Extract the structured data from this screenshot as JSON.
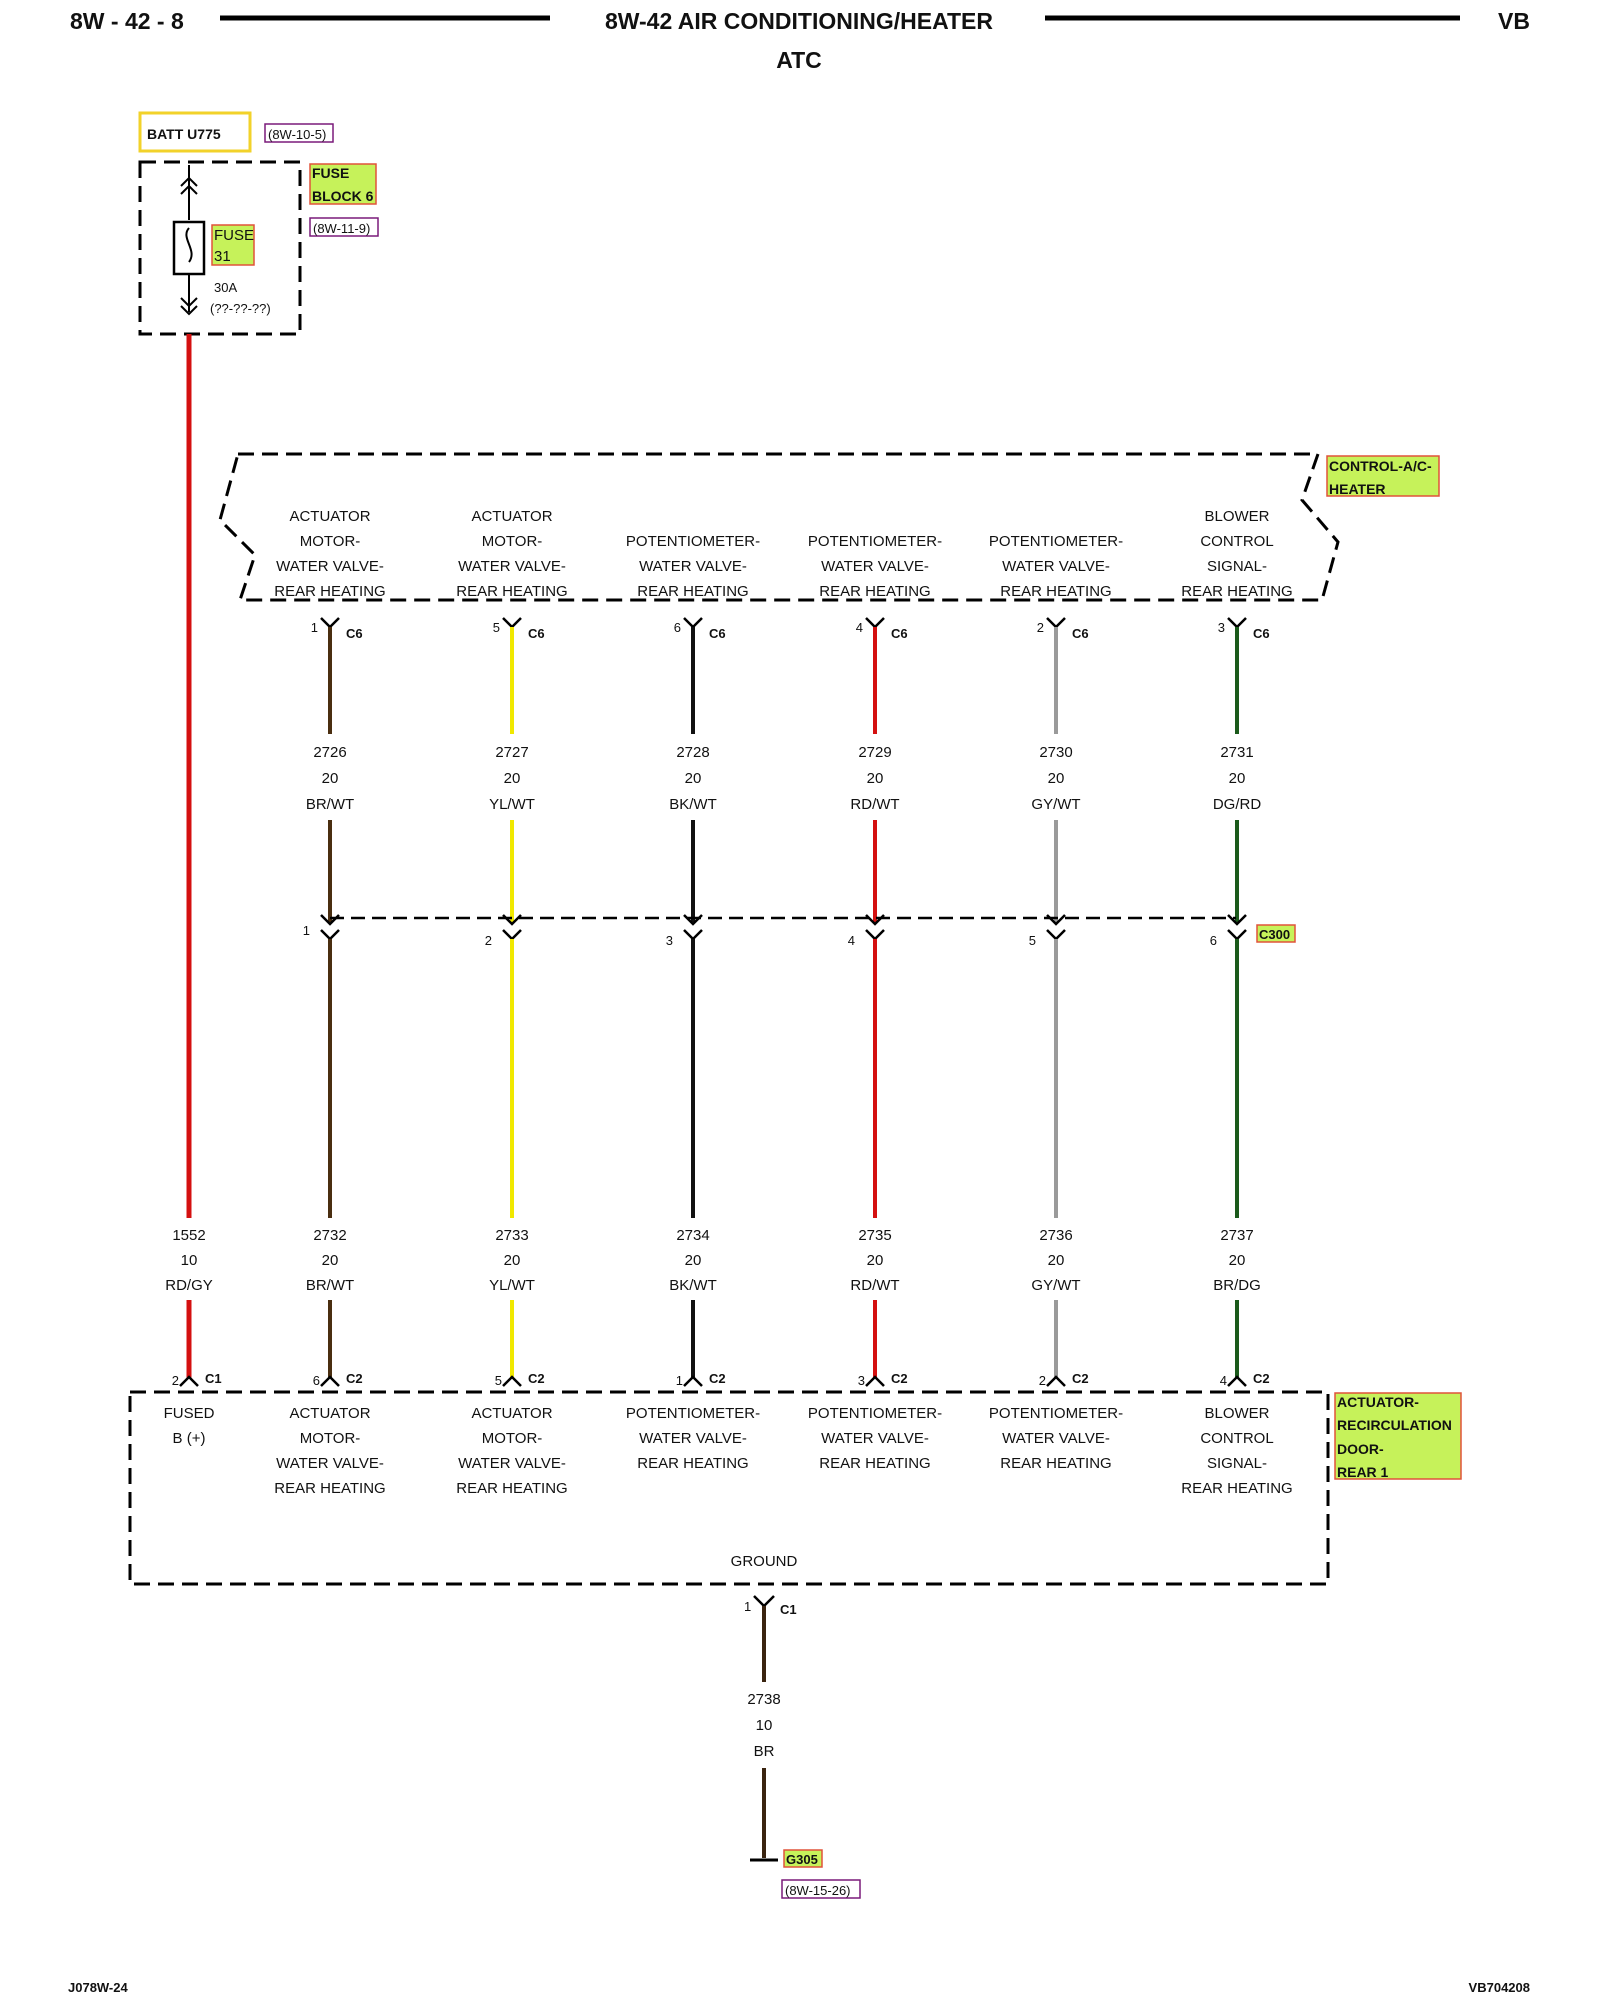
{
  "header": {
    "page_id": "8W - 42 - 8",
    "title": "8W-42 AIR CONDITIONING/HEATER",
    "subtitle": "ATC",
    "vehicle": "VB"
  },
  "battery": {
    "label": "BATT U775",
    "ref": "(8W-10-5)"
  },
  "fuse_block": {
    "label_line1": "FUSE",
    "label_line2": "BLOCK 6",
    "ref": "(8W-11-9)",
    "fuse_line1": "FUSE",
    "fuse_line2": "31",
    "rating": "30A",
    "code": "(??-??-??)"
  },
  "module_top": {
    "name_line1": "CONTROL-A/C-",
    "name_line2": "HEATER",
    "connector": "C6",
    "pins": [
      {
        "pin": "1",
        "lines": [
          "ACTUATOR",
          "MOTOR-",
          "WATER VALVE-",
          "REAR HEATING"
        ]
      },
      {
        "pin": "5",
        "lines": [
          "ACTUATOR",
          "MOTOR-",
          "WATER VALVE-",
          "REAR HEATING"
        ]
      },
      {
        "pin": "6",
        "lines": [
          "POTENTIOMETER-",
          "WATER VALVE-",
          "REAR HEATING"
        ]
      },
      {
        "pin": "4",
        "lines": [
          "POTENTIOMETER-",
          "WATER VALVE-",
          "REAR HEATING"
        ]
      },
      {
        "pin": "2",
        "lines": [
          "POTENTIOMETER-",
          "WATER VALVE-",
          "REAR HEATING"
        ]
      },
      {
        "pin": "3",
        "lines": [
          "BLOWER",
          "CONTROL",
          "SIGNAL-",
          "REAR HEATING"
        ]
      }
    ]
  },
  "upper_wires": [
    {
      "circuit": "2726",
      "gauge": "20",
      "color_code": "BR/WT",
      "color": "#4a2e10"
    },
    {
      "circuit": "2727",
      "gauge": "20",
      "color_code": "YL/WT",
      "color": "#f0e800"
    },
    {
      "circuit": "2728",
      "gauge": "20",
      "color_code": "BK/WT",
      "color": "#111111"
    },
    {
      "circuit": "2729",
      "gauge": "20",
      "color_code": "RD/WT",
      "color": "#d41010"
    },
    {
      "circuit": "2730",
      "gauge": "20",
      "color_code": "GY/WT",
      "color": "#9a9a9a"
    },
    {
      "circuit": "2731",
      "gauge": "20",
      "color_code": "DG/RD",
      "color": "#1b5a1b"
    }
  ],
  "inline_connector": {
    "name": "C300",
    "pins": [
      "1",
      "2",
      "3",
      "4",
      "5",
      "6"
    ]
  },
  "lower_wires": [
    {
      "circuit": "1552",
      "gauge": "10",
      "color_code": "RD/GY",
      "color": "#d41010"
    },
    {
      "circuit": "2732",
      "gauge": "20",
      "color_code": "BR/WT",
      "color": "#4a2e10"
    },
    {
      "circuit": "2733",
      "gauge": "20",
      "color_code": "YL/WT",
      "color": "#f0e800"
    },
    {
      "circuit": "2734",
      "gauge": "20",
      "color_code": "BK/WT",
      "color": "#111111"
    },
    {
      "circuit": "2735",
      "gauge": "20",
      "color_code": "RD/WT",
      "color": "#d41010"
    },
    {
      "circuit": "2736",
      "gauge": "20",
      "color_code": "GY/WT",
      "color": "#9a9a9a"
    },
    {
      "circuit": "2737",
      "gauge": "20",
      "color_code": "BR/DG",
      "color": "#1b5a1b"
    }
  ],
  "module_bottom": {
    "name_line1": "ACTUATOR-",
    "name_line2": "RECIRCULATION",
    "name_line3": "DOOR-",
    "name_line4": "REAR 1",
    "pins": [
      {
        "pin": "2",
        "connector": "C1",
        "lines": [
          "FUSED",
          "B (+)"
        ]
      },
      {
        "pin": "6",
        "connector": "C2",
        "lines": [
          "ACTUATOR",
          "MOTOR-",
          "WATER VALVE-",
          "REAR HEATING"
        ]
      },
      {
        "pin": "5",
        "connector": "C2",
        "lines": [
          "ACTUATOR",
          "MOTOR-",
          "WATER VALVE-",
          "REAR HEATING"
        ]
      },
      {
        "pin": "1",
        "connector": "C2",
        "lines": [
          "POTENTIOMETER-",
          "WATER VALVE-",
          "REAR HEATING"
        ]
      },
      {
        "pin": "3",
        "connector": "C2",
        "lines": [
          "POTENTIOMETER-",
          "WATER VALVE-",
          "REAR HEATING"
        ]
      },
      {
        "pin": "2",
        "connector": "C2",
        "lines": [
          "POTENTIOMETER-",
          "WATER VALVE-",
          "REAR HEATING"
        ]
      },
      {
        "pin": "4",
        "connector": "C2",
        "lines": [
          "BLOWER",
          "CONTROL",
          "SIGNAL-",
          "REAR HEATING"
        ]
      }
    ],
    "ground_label": "GROUND",
    "ground_pin": "1",
    "ground_connector": "C1"
  },
  "ground_wire": {
    "circuit": "2738",
    "gauge": "10",
    "color_code": "BR",
    "color": "#3a2410"
  },
  "ground_point": {
    "name": "G305",
    "ref": "(8W-15-26)"
  },
  "footer": {
    "left": "J078W-24",
    "right": "VB704208"
  },
  "highlight": {
    "fill": "#c6f25a",
    "border": "#e0533a",
    "ref_color": "#7a1a7a"
  }
}
